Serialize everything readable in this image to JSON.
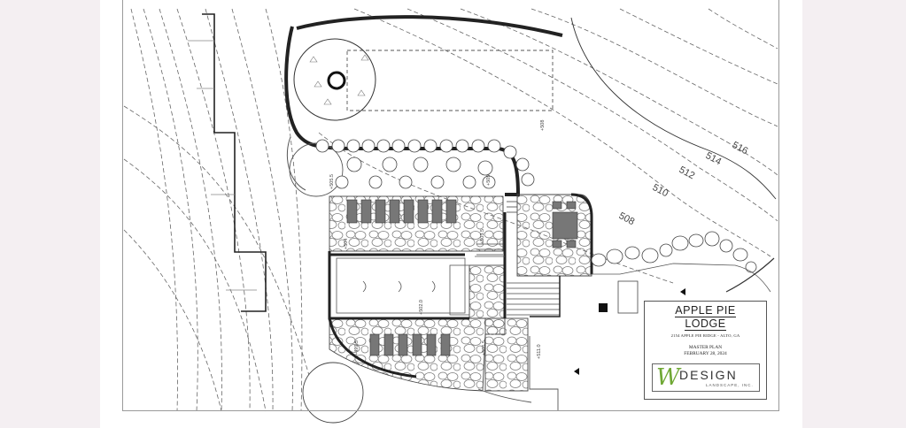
{
  "title_block": {
    "name_line1": "APPLE PIE",
    "name_line2": "LODGE",
    "address": "2154 APPLE PIE RIDGE - ALTO, GA",
    "plan_title": "MASTER PLAN",
    "date": "FEBRUARY 28, 2024"
  },
  "logo": {
    "mark": "W",
    "word": "DESIGN",
    "sub": "LANDSCAPE, INC."
  },
  "contour_labels": [
    "516",
    "514",
    "512",
    "510",
    "508"
  ],
  "elevations": [
    "+508",
    "+505.5",
    "+503.5",
    "+505",
    "+504",
    "+502.0",
    "+505.5",
    "+511.0",
    "+499.5"
  ],
  "colors": {
    "background": "#f4eff2",
    "sheet": "#ffffff",
    "linework": "#222222",
    "contour": "#666666",
    "logo_green": "#6fa834"
  }
}
